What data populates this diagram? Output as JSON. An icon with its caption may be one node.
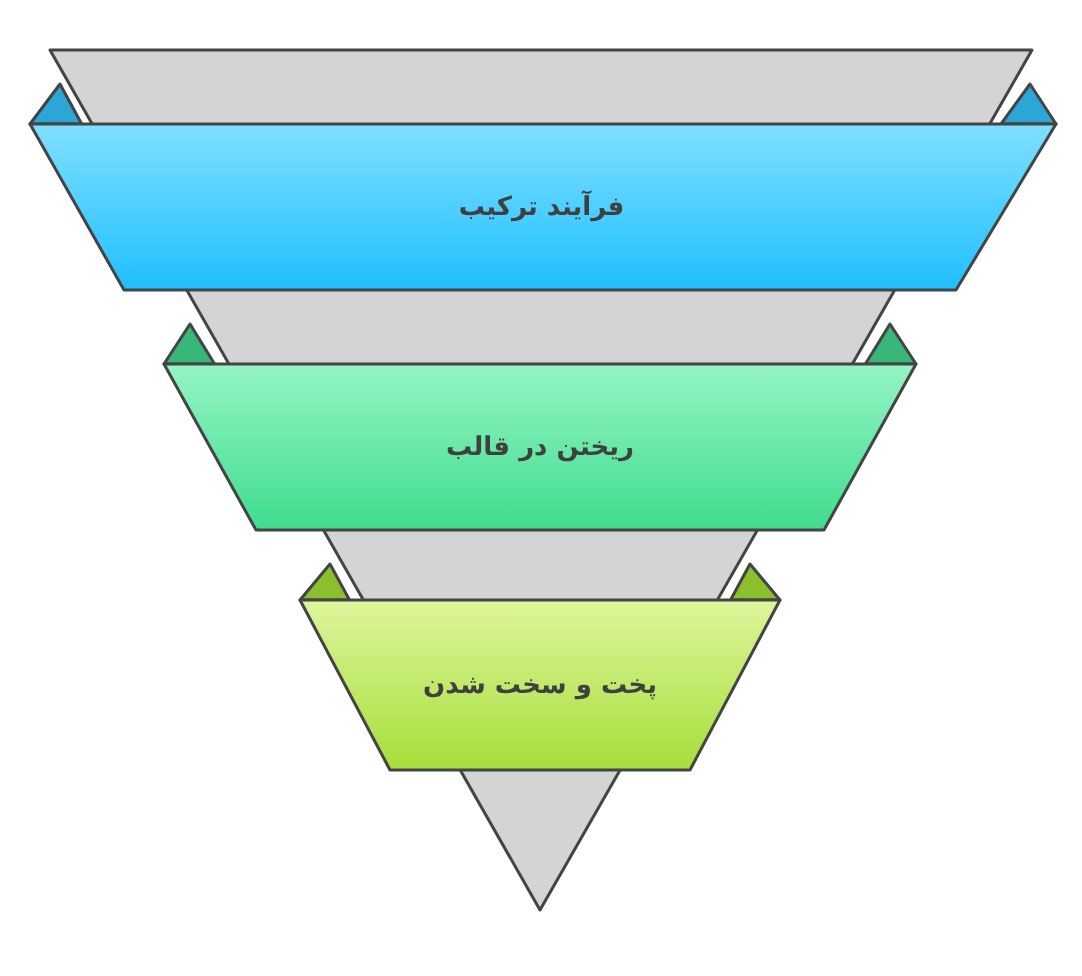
{
  "diagram": {
    "nodes": [
      {
        "text": [
          "فرآیند ترکیب"
        ]
      },
      {
        "text": [
          "ریختن در قالب"
        ]
      },
      {
        "text": [
          "پخت و سخت شدن"
        ]
      }
    ]
  }
}
